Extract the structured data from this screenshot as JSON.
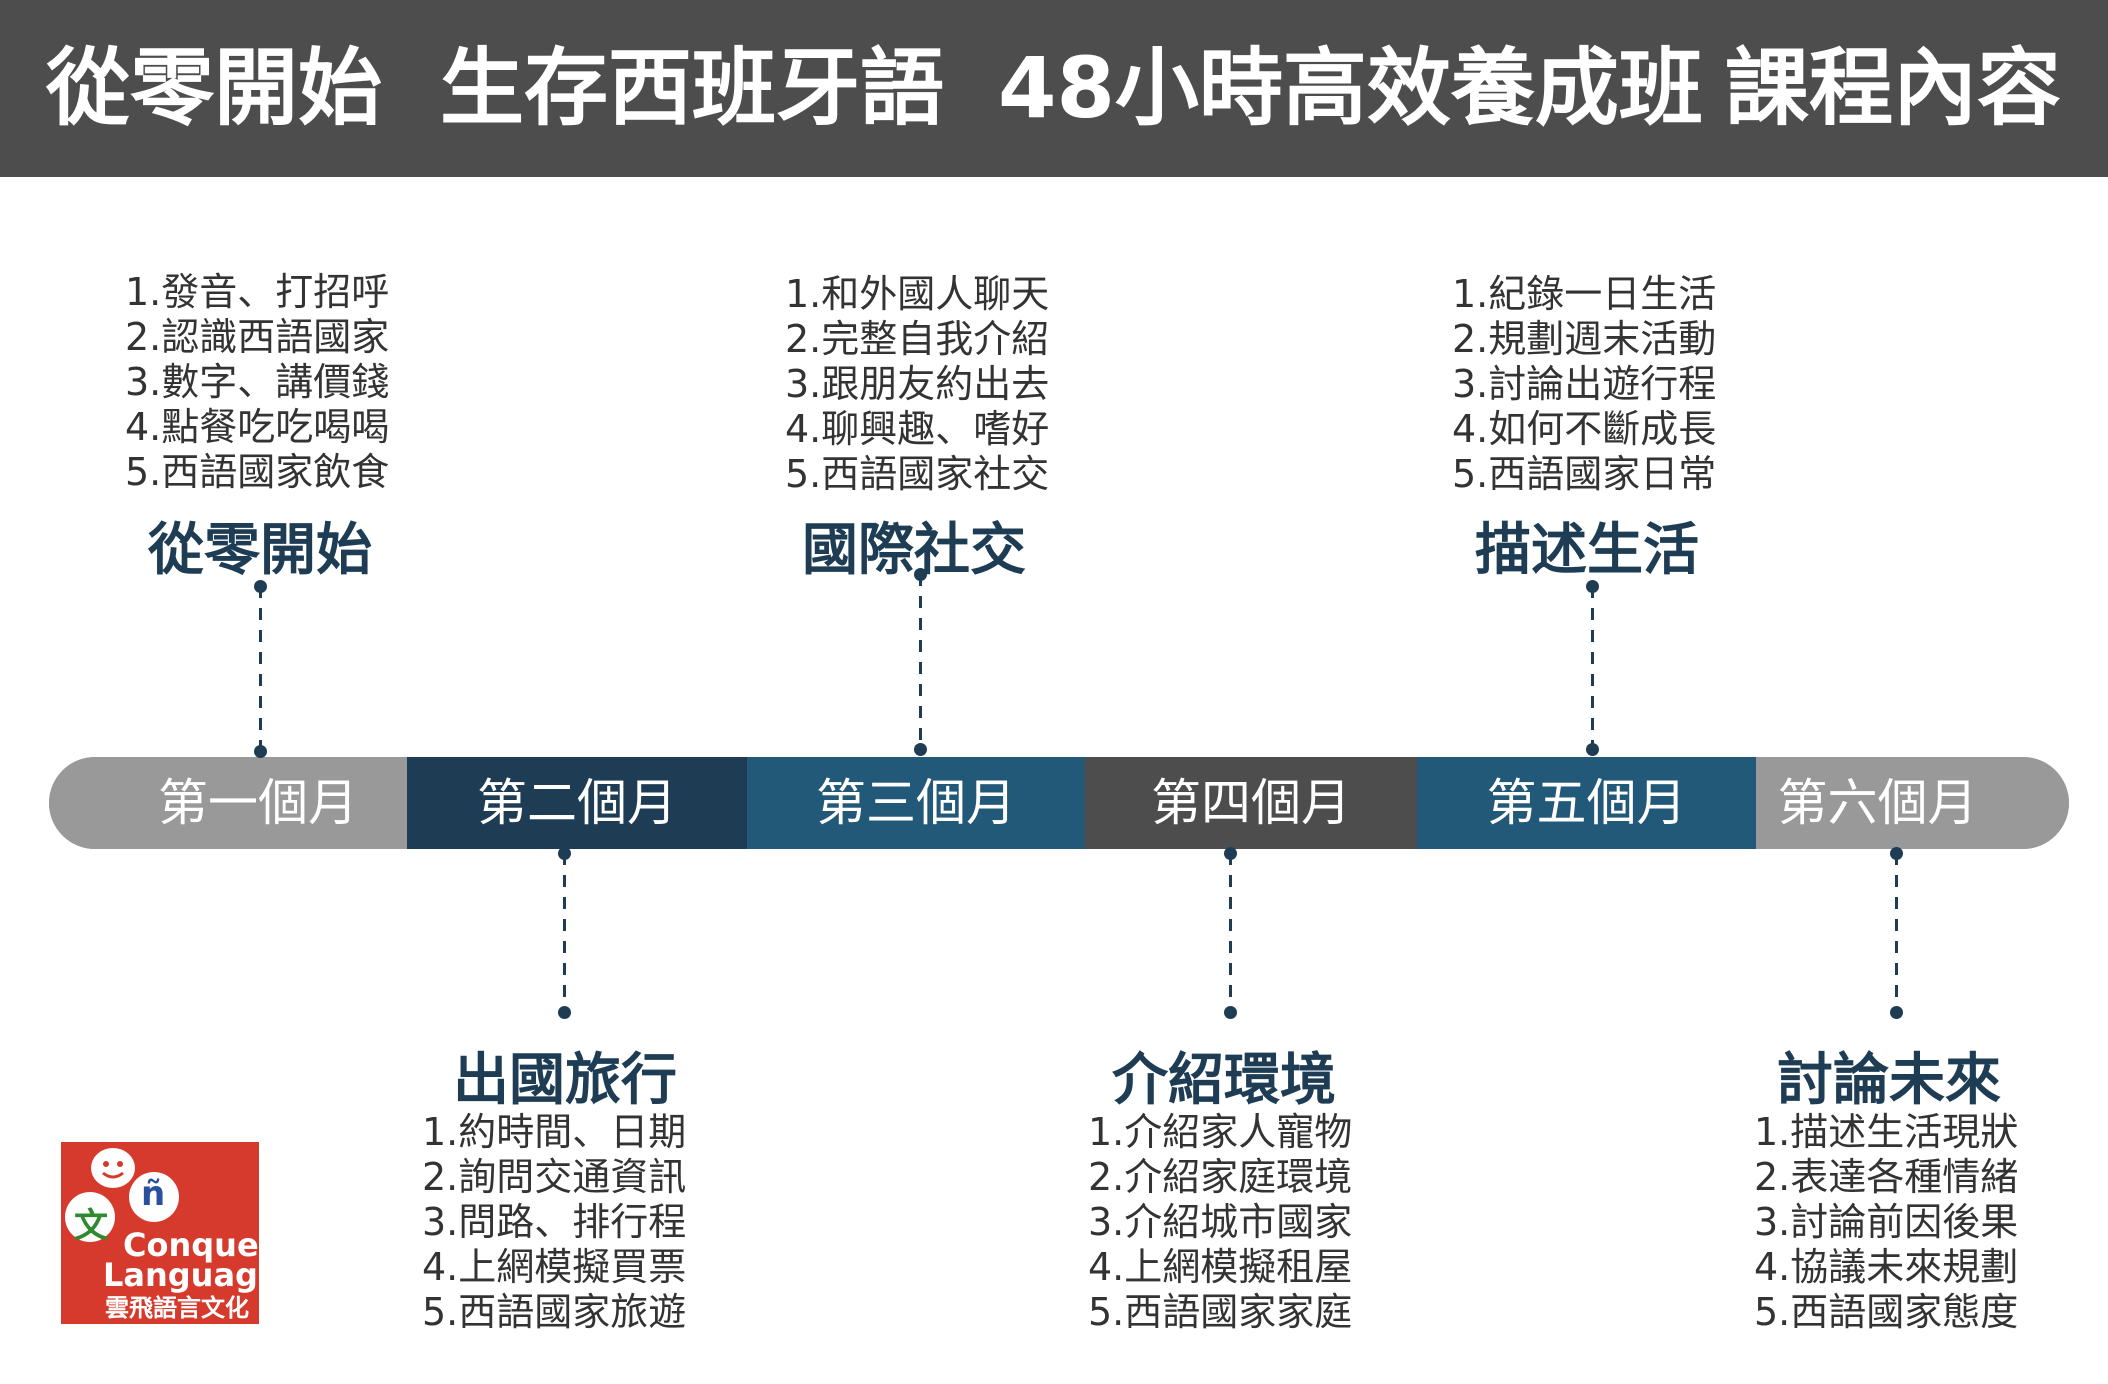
{
  "header": {
    "title_parts": [
      "從零開始",
      "生存西班牙語",
      "48小時高效養成班",
      "課程內容"
    ]
  },
  "timeline": {
    "months": [
      "第一個月",
      "第二個月",
      "第三個月",
      "第四個月",
      "第五個月",
      "第六個月"
    ]
  },
  "topics": [
    {
      "title": "從零開始",
      "items": [
        "1.發音、打招呼",
        "2.認識西語國家",
        "3.數字、講價錢",
        "4.點餐吃吃喝喝",
        "5.西語國家飲食"
      ]
    },
    {
      "title": "出國旅行",
      "items": [
        "1.約時間、日期",
        "2.詢問交通資訊",
        "3.問路、排行程",
        "4.上網模擬買票",
        "5.西語國家旅遊"
      ]
    },
    {
      "title": "國際社交",
      "items": [
        "1.和外國人聊天",
        "2.完整自我介紹",
        "3.跟朋友約出去",
        "4.聊興趣、嗜好",
        "5.西語國家社交"
      ]
    },
    {
      "title": "介紹環境",
      "items": [
        "1.介紹家人寵物",
        "2.介紹家庭環境",
        "3.介紹城市國家",
        "4.上網模擬租屋",
        "5.西語國家家庭"
      ]
    },
    {
      "title": "描述生活",
      "items": [
        "1.紀錄一日生活",
        "2.規劃週末活動",
        "3.討論出遊行程",
        "4.如何不斷成長",
        "5.西語國家日常"
      ]
    },
    {
      "title": "討論未來",
      "items": [
        "1.描述生活現狀",
        "2.表達各種情緒",
        "3.討論前因後果",
        "4.協議未來規劃",
        "5.西語國家態度"
      ]
    }
  ],
  "logo": {
    "glyph_wen": "文",
    "glyph_enye": "ñ",
    "line1": "Conquer",
    "line2": "Language",
    "line3": "雲飛語言文化"
  },
  "colors": {
    "header_bg": "#4d4d4d",
    "navy": "#1e3d55",
    "steel_blue": "#235978",
    "dark_gray": "#4d4d4d",
    "light_gray": "#999999",
    "logo_red": "#d63a2c"
  }
}
